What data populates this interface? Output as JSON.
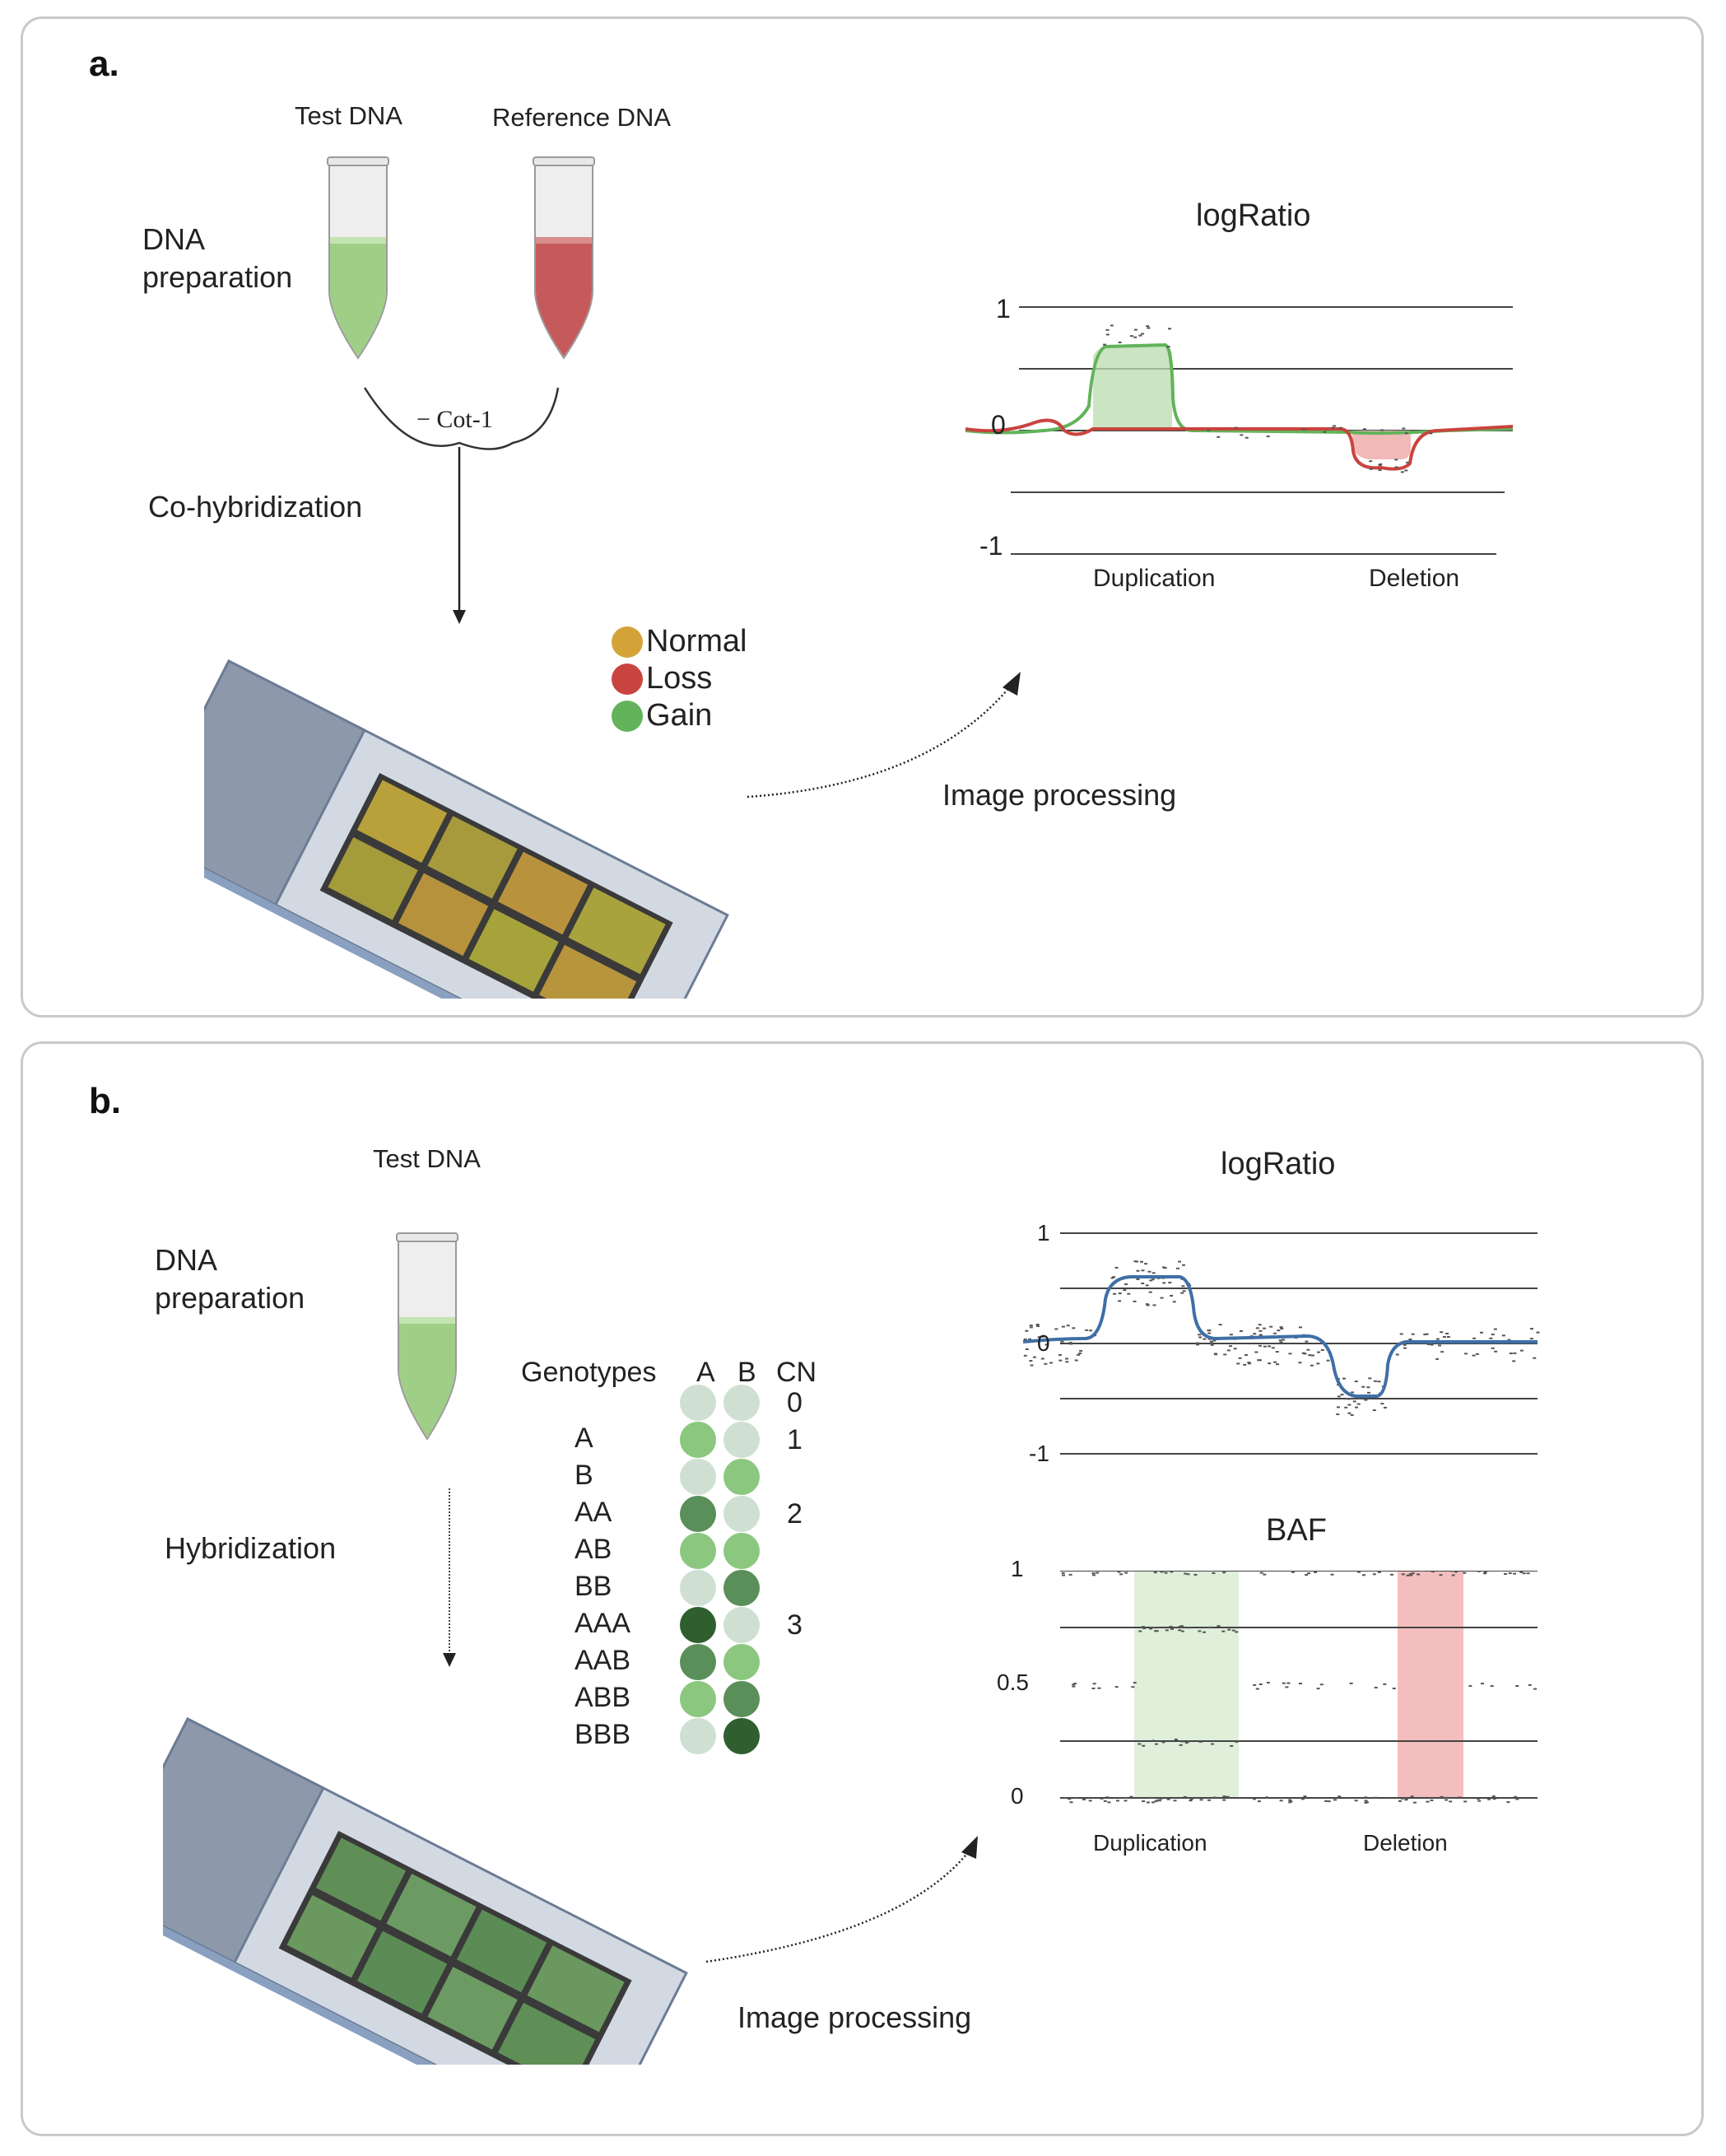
{
  "panel_a": {
    "label": "a.",
    "test_dna_label": "Test DNA",
    "reference_dna_label": "Reference DNA",
    "dna_prep_line1": "DNA",
    "dna_prep_line2": "preparation",
    "cot1_label": "− Cot-1",
    "cohyb_label": "Co-hybridization",
    "image_processing": "Image processing",
    "legend": [
      {
        "label": "Normal",
        "color": "#d4a338"
      },
      {
        "label": "Loss",
        "color": "#c9443f"
      },
      {
        "label": "Gain",
        "color": "#62b35a"
      }
    ],
    "chart": {
      "title": "logRatio",
      "tick_1": "1",
      "tick_0": "0",
      "tick_m1": "-1",
      "label_dup": "Duplication",
      "label_del": "Deletion"
    }
  },
  "panel_b": {
    "label": "b.",
    "test_dna_label": "Test DNA",
    "dna_prep_line1": "DNA",
    "dna_prep_line2": "preparation",
    "hyb_label": "Hybridization",
    "image_processing": "Image processing",
    "genotypes": {
      "header_genotypes": "Genotypes",
      "header_a": "A",
      "header_b": "B",
      "header_cn": "CN",
      "rows": [
        {
          "genotype": "",
          "a": "#cfe0d2",
          "b": "#cfe0d2",
          "cn": "0"
        },
        {
          "genotype": "A",
          "a": "#8cc77f",
          "b": "#cfe0d2",
          "cn": "1"
        },
        {
          "genotype": "B",
          "a": "#cfe0d2",
          "b": "#8cc77f",
          "cn": ""
        },
        {
          "genotype": "AA",
          "a": "#5a8f59",
          "b": "#cfe0d2",
          "cn": "2"
        },
        {
          "genotype": "AB",
          "a": "#8cc77f",
          "b": "#8cc77f",
          "cn": ""
        },
        {
          "genotype": "BB",
          "a": "#cfe0d2",
          "b": "#5a8f59",
          "cn": ""
        },
        {
          "genotype": "AAA",
          "a": "#2f5e2f",
          "b": "#cfe0d2",
          "cn": "3"
        },
        {
          "genotype": "AAB",
          "a": "#5a8f59",
          "b": "#8cc77f",
          "cn": ""
        },
        {
          "genotype": "ABB",
          "a": "#8cc77f",
          "b": "#5a8f59",
          "cn": ""
        },
        {
          "genotype": "BBB",
          "a": "#cfe0d2",
          "b": "#2f5e2f",
          "cn": ""
        }
      ]
    },
    "chart_logratio": {
      "title": "logRatio",
      "tick_1": "1",
      "tick_0": "0",
      "tick_m1": "-1"
    },
    "chart_baf": {
      "title": "BAF",
      "tick_1": "1",
      "tick_05": "0.5",
      "tick_0": "0",
      "label_dup": "Duplication",
      "label_del": "Deletion"
    }
  },
  "colors": {
    "green_fill": "#b9dbad",
    "red_fill": "#cf6b6b",
    "gain_line": "#62b35a",
    "loss_line": "#c9443f",
    "baf_line": "#3f6fa6",
    "panel_border": "#c9c9c9"
  }
}
